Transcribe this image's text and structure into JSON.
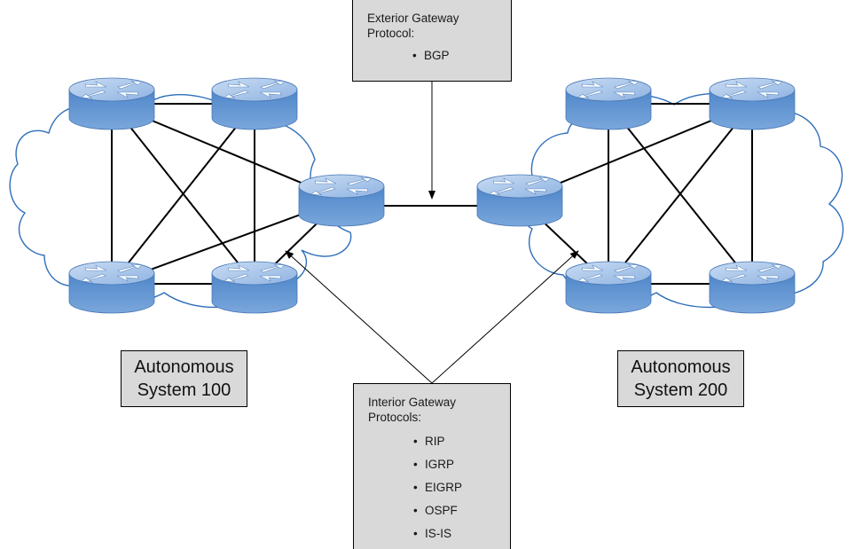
{
  "egp_box": {
    "title_line1": "Exterior Gateway",
    "title_line2": "Protocol:",
    "items": [
      "BGP"
    ]
  },
  "igp_box": {
    "title_line1": "Interior Gateway",
    "title_line2": "Protocols:",
    "items": [
      "RIP",
      "IGRP",
      "EIGRP",
      "OSPF",
      "IS-IS"
    ]
  },
  "as_left": {
    "line1": "Autonomous",
    "line2": "System 100"
  },
  "as_right": {
    "line1": "Autonomous",
    "line2": "System 200"
  },
  "colors": {
    "router_top": "#a9c6ea",
    "router_body": "#5b8fd0",
    "cloud_edge": "#2f6fba",
    "box_fill": "#d9d9d9"
  }
}
